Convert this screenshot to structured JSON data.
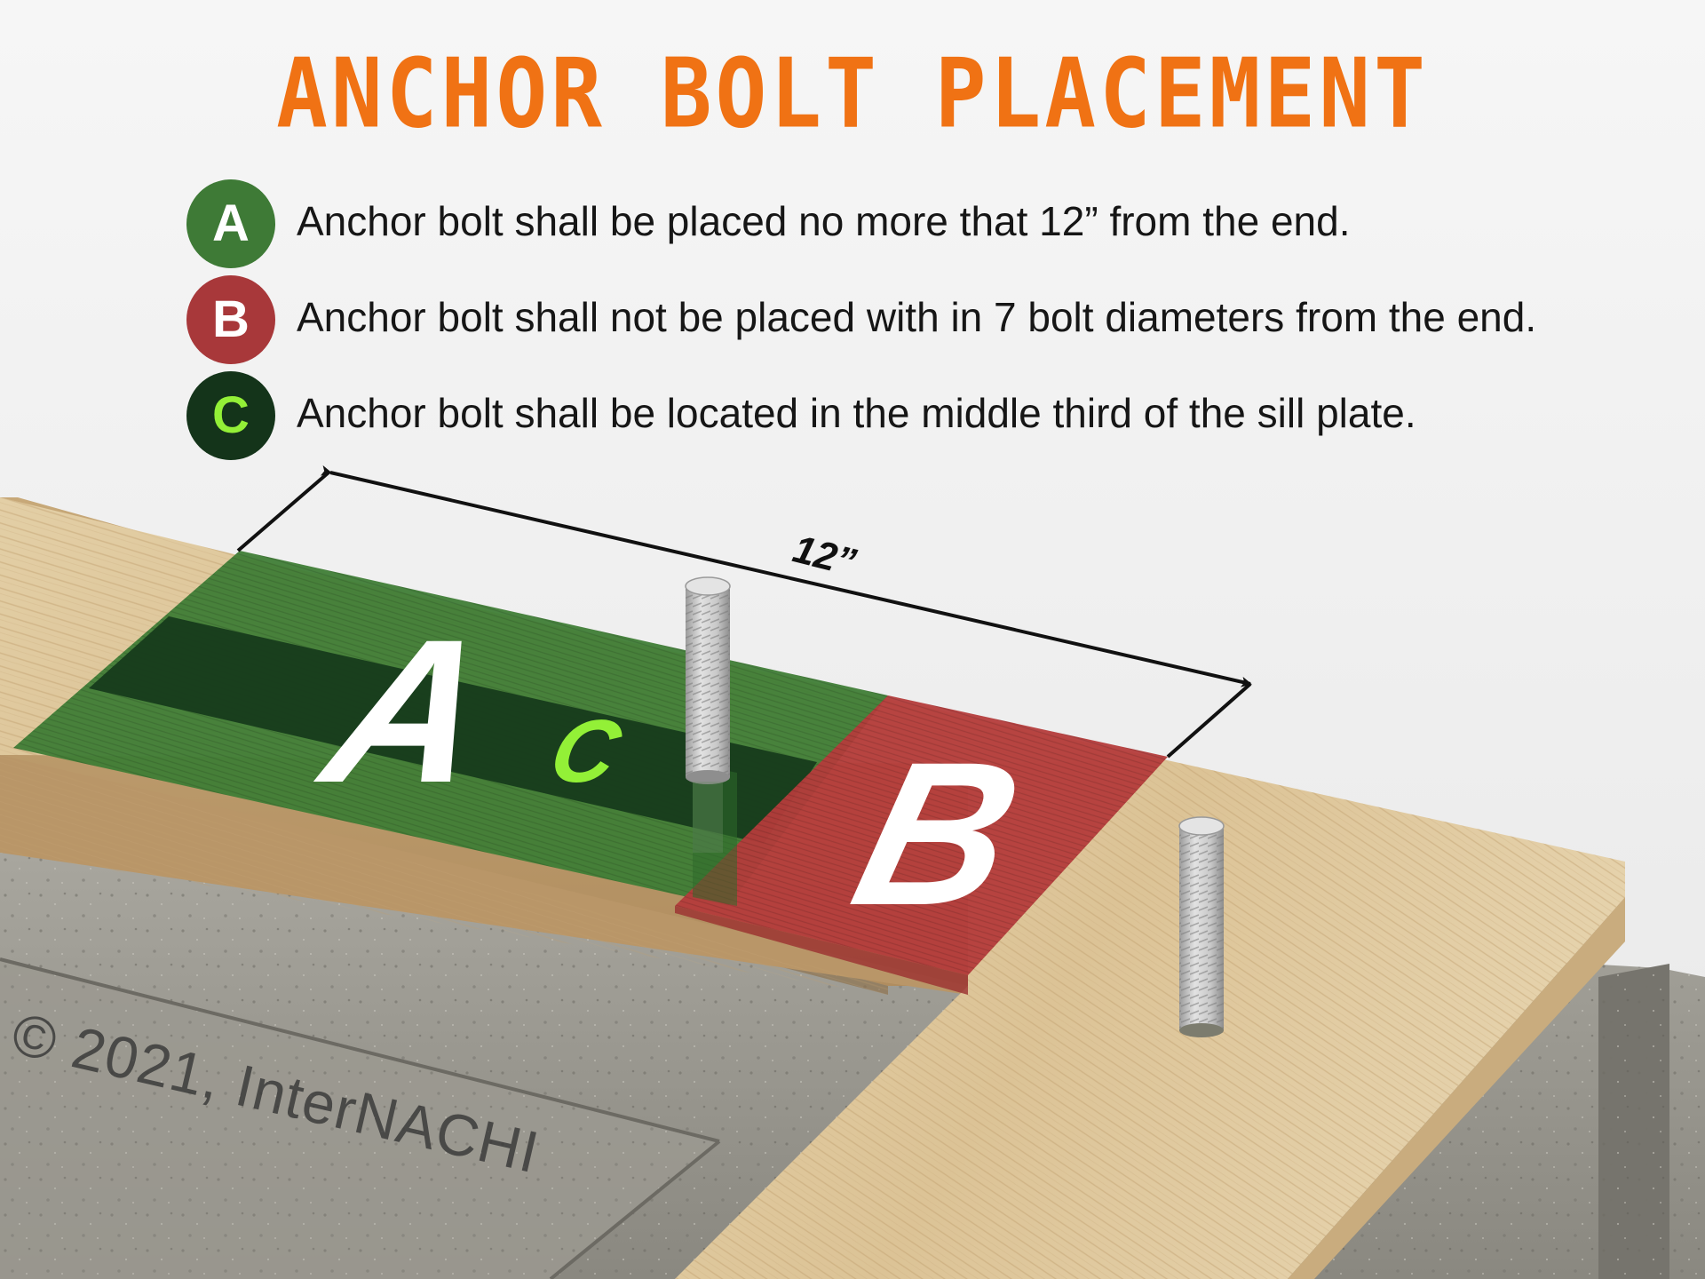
{
  "title": "ANCHOR BOLT PLACEMENT",
  "legend": [
    {
      "key": "A",
      "text": "Anchor bolt shall be placed no more that 12” from the end."
    },
    {
      "key": "B",
      "text": "Anchor bolt shall not be placed with in 7 bolt diameters from the end."
    },
    {
      "key": "C",
      "text": "Anchor bolt shall be located in the middle third of the sill plate."
    }
  ],
  "diagram": {
    "zone_a_label": "A",
    "zone_b_label": "B",
    "zone_c_label": "C",
    "dimension_label": "12”"
  },
  "watermark": "© 2021, InterNACHI",
  "colors": {
    "title": "#f07214",
    "badge_a": "#3e7a36",
    "badge_b": "#a8383a",
    "badge_c": "#14341a",
    "badge_c_text": "#93f037",
    "zone_a": "#3f7d36",
    "zone_b": "#b43c3b",
    "zone_c": "#163a1b",
    "wood": "#dcc59a",
    "concrete": "#8f8d85"
  },
  "icons": {
    "anchor_bolt": "threaded-rod-icon",
    "dimension": "double-arrow-icon"
  }
}
